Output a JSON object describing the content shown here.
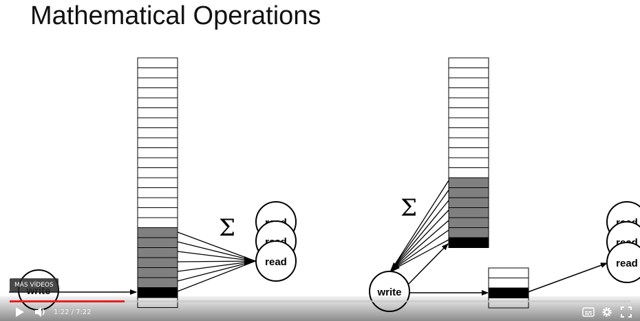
{
  "slide": {
    "title": "Mathematical Operations",
    "left_diagram": {
      "sigma": "Σ",
      "read_labels": [
        "read",
        "read",
        "read"
      ],
      "write_label": "write"
    },
    "right_diagram": {
      "sigma": "Σ",
      "read_labels": [
        "read",
        "read",
        "read"
      ],
      "write_label": "write"
    }
  },
  "player": {
    "more_videos_label": "MÁS VÍDEOS",
    "current_time": "1:22",
    "duration": "7:22",
    "time_text": "1:22 / 7:22",
    "progress_fraction": 0.1855,
    "colors": {
      "progress": "#e81f1f",
      "controls": "#ffffff"
    },
    "icons": [
      "play-icon",
      "volume-icon",
      "subtitles-icon",
      "settings-icon",
      "fullscreen-icon"
    ]
  }
}
